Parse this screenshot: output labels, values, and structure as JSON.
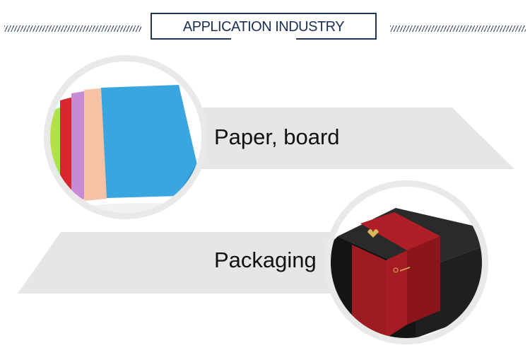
{
  "header": {
    "title": "APPLICATION INDUSTRY"
  },
  "items": [
    {
      "label": "Paper, board",
      "image": "colored-paper-sheets"
    },
    {
      "label": "Packaging",
      "image": "black-gift-box-red-band"
    }
  ],
  "colors": {
    "title": "#1b2f52",
    "band": "#e6e6e6",
    "circle_ring": "#e9e9e9",
    "paper_blue": "#3aa6e0",
    "box_black": "#141414",
    "box_red": "#9e1b22"
  }
}
